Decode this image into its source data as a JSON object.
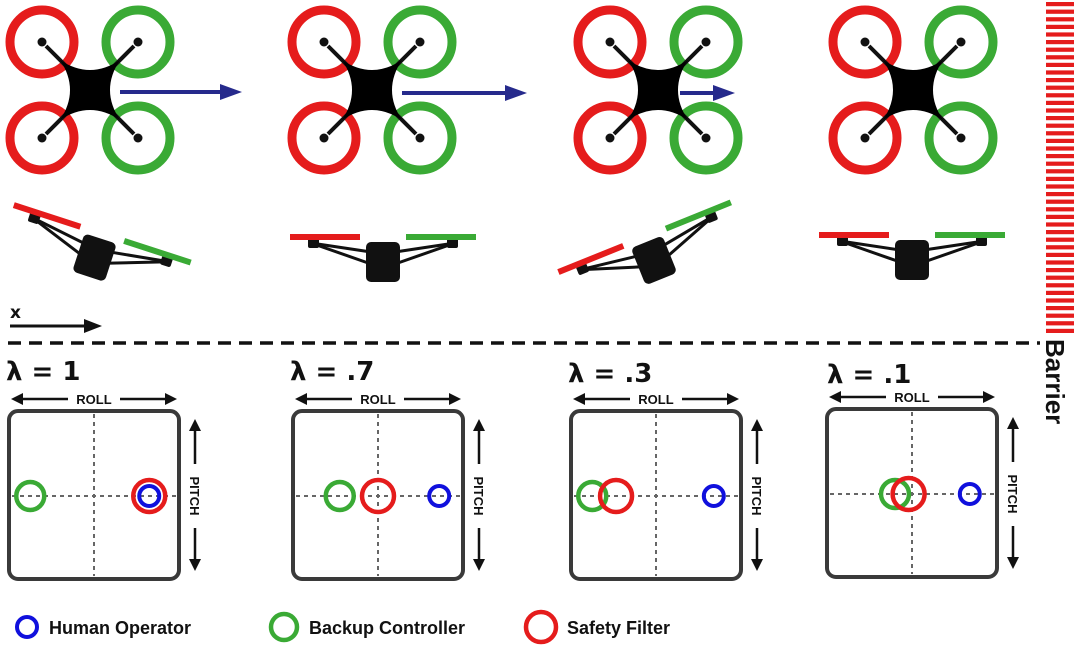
{
  "colors": {
    "human_operator": "#1010dd",
    "backup_controller": "#3aaa35",
    "safety_filter": "#e51c1c",
    "arrow": "#262a8c",
    "ink": "#111111"
  },
  "x_axis_label": "x",
  "barrier_label": "Barrier",
  "panels": [
    {
      "lambda_label": "λ = 1",
      "roll_label": "ROLL",
      "pitch_label": "PITCH",
      "roll": {
        "human": 0.65,
        "backup": -0.75,
        "filter": 0.65
      },
      "pitch": 0
    },
    {
      "lambda_label": "λ = .7",
      "roll_label": "ROLL",
      "pitch_label": "PITCH",
      "roll": {
        "human": 0.72,
        "backup": -0.45,
        "filter": 0.0
      },
      "pitch": 0
    },
    {
      "lambda_label": "λ = .3",
      "roll_label": "ROLL",
      "pitch_label": "PITCH",
      "roll": {
        "human": 0.68,
        "backup": -0.75,
        "filter": -0.47
      },
      "pitch": 0
    },
    {
      "lambda_label": "λ = .1",
      "roll_label": "ROLL",
      "pitch_label": "PITCH",
      "roll": {
        "human": 0.68,
        "backup": -0.2,
        "filter": -0.04
      },
      "pitch": 0
    }
  ],
  "legend": [
    {
      "key": "human_operator",
      "label": "Human Operator"
    },
    {
      "key": "backup_controller",
      "label": "Backup Controller"
    },
    {
      "key": "safety_filter",
      "label": "Safety Filter"
    }
  ]
}
